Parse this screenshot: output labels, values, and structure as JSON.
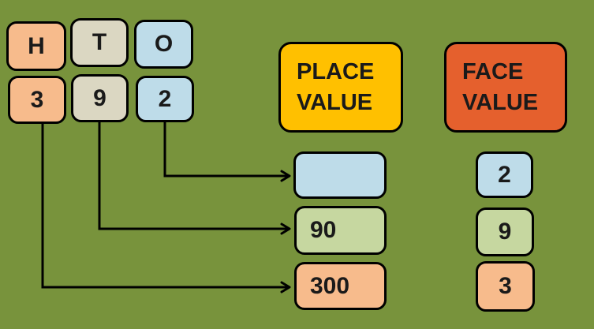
{
  "colors": {
    "background": "#78933C",
    "hundreds_box": "#F7BB8C",
    "tens_box": "#DBD7C2",
    "ones_box": "#BEDCE9",
    "tens_value_box": "#C6D7A0",
    "place_value_heading_box": "#FFC000",
    "face_value_heading_box": "#E5602D",
    "text": "#1A1A1A",
    "connector_line": "#000000"
  },
  "column_headers": [
    {
      "label": "H"
    },
    {
      "label": "T"
    },
    {
      "label": "O"
    }
  ],
  "digits": [
    {
      "label": "3"
    },
    {
      "label": "9"
    },
    {
      "label": "2"
    }
  ],
  "place_value": {
    "heading": "PLACE VALUE",
    "ones": "",
    "tens": "90",
    "hundreds": "300"
  },
  "face_value": {
    "heading": "FACE VALUE",
    "ones": "2",
    "tens": "9",
    "hundreds": "3"
  }
}
